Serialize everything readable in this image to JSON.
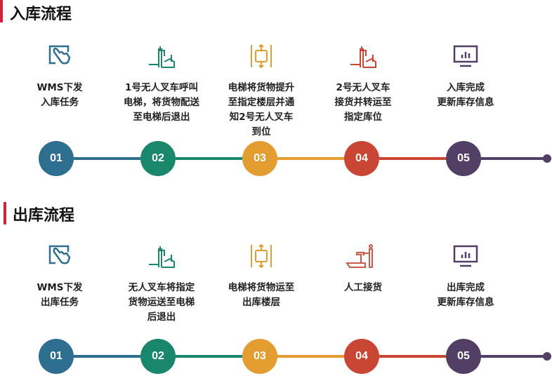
{
  "colors": [
    "#2e6e8e",
    "#1a866c",
    "#e39c30",
    "#c94634",
    "#523f66"
  ],
  "sections": [
    {
      "title": "入库流程",
      "steps": [
        {
          "num": "01",
          "icon": "touch-hand-icon",
          "lines": [
            "WMS下发",
            "入库任务"
          ]
        },
        {
          "num": "02",
          "icon": "forklift-icon",
          "lines": [
            "1号无人叉车呼叫",
            "电梯，将货物配送",
            "至电梯后退出"
          ]
        },
        {
          "num": "03",
          "icon": "elevator-icon",
          "lines": [
            "电梯将货物提升",
            "至指定楼层并通",
            "知2号无人叉车",
            "到位"
          ]
        },
        {
          "num": "04",
          "icon": "forklift-icon",
          "lines": [
            "2号无人叉车",
            "接货并转运至",
            "指定库位"
          ]
        },
        {
          "num": "05",
          "icon": "monitor-chart-icon",
          "lines": [
            "入库完成",
            "更新库存信息"
          ]
        }
      ]
    },
    {
      "title": "出库流程",
      "steps": [
        {
          "num": "01",
          "icon": "touch-hand-icon",
          "lines": [
            "WMS下发",
            "出库任务"
          ]
        },
        {
          "num": "02",
          "icon": "forklift-icon",
          "lines": [
            "无人叉车将指定",
            "货物运送至电梯",
            "后退出"
          ]
        },
        {
          "num": "03",
          "icon": "elevator-icon",
          "lines": [
            "电梯将货物运至",
            "出库楼层"
          ]
        },
        {
          "num": "04",
          "icon": "pallet-jack-worker-icon",
          "lines": [
            "人工接货"
          ]
        },
        {
          "num": "05",
          "icon": "monitor-chart-icon",
          "lines": [
            "出库完成",
            "更新库存信息"
          ]
        }
      ]
    }
  ]
}
